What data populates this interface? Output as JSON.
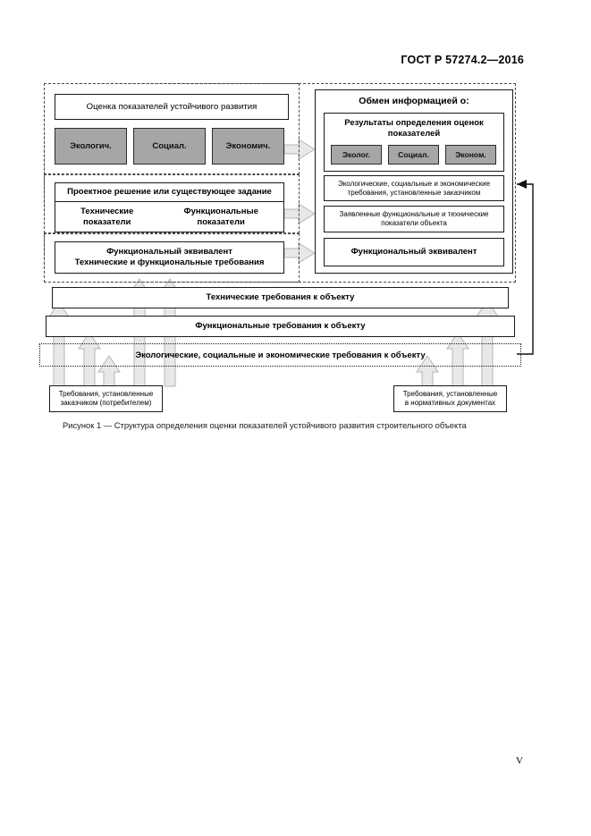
{
  "document": {
    "standard_header": "ГОСТ Р 57274.2—2016",
    "page_number": "V"
  },
  "figure": {
    "caption": "Рисунок 1 — Структура определения оценки показателей устойчивого развития строительного объекта",
    "left_panel": {
      "assessment_title": "Оценка показателей устойчивого развития",
      "indicator_chips": [
        {
          "label": "Экологич."
        },
        {
          "label": "Социал."
        },
        {
          "label": "Экономич."
        }
      ],
      "design_title": "Проектное решение или существующее задание",
      "design_columns": [
        {
          "line1": "Технические",
          "line2": "показатели"
        },
        {
          "line1": "Функциональные",
          "line2": "показатели"
        }
      ],
      "functional_equivalent": {
        "line1": "Функциональный эквивалент",
        "line2": "Технические и функциональные требования"
      }
    },
    "right_panel": {
      "title": "Обмен информацией о:",
      "results_block": {
        "line1": "Результаты определения оценок",
        "line2": "показателей",
        "chips": [
          {
            "label": "Эколог."
          },
          {
            "label": "Социал."
          },
          {
            "label": "Эконом."
          }
        ]
      },
      "requirements_customer": {
        "line1": "Экологические, социальные и экономические",
        "line2": "требования, установленные заказчиком"
      },
      "declared_indicators": {
        "line1": "Заявленные функциональные и технические",
        "line2": "показатели объекта"
      },
      "functional_equivalent": "Функциональный эквивалент"
    },
    "requirement_bars": [
      {
        "label": "Технические требования к объекту"
      },
      {
        "label": "Функциональные требования к объекту"
      },
      {
        "label": "Экологические, социальные и экономические требования к объекту"
      }
    ],
    "source_boxes": [
      {
        "line1": "Требования, установленные",
        "line2": "заказчиком (потребителем)"
      },
      {
        "line1": "Требования, установленные",
        "line2": "в нормативных документах"
      }
    ]
  },
  "colors": {
    "chip_fill": "#a6a6a6",
    "arrow_fill": "#e3e3e3",
    "arrow_stroke": "#9a9a9a",
    "border": "#1a1a1a",
    "dashed_border": "#4a4a4a"
  }
}
